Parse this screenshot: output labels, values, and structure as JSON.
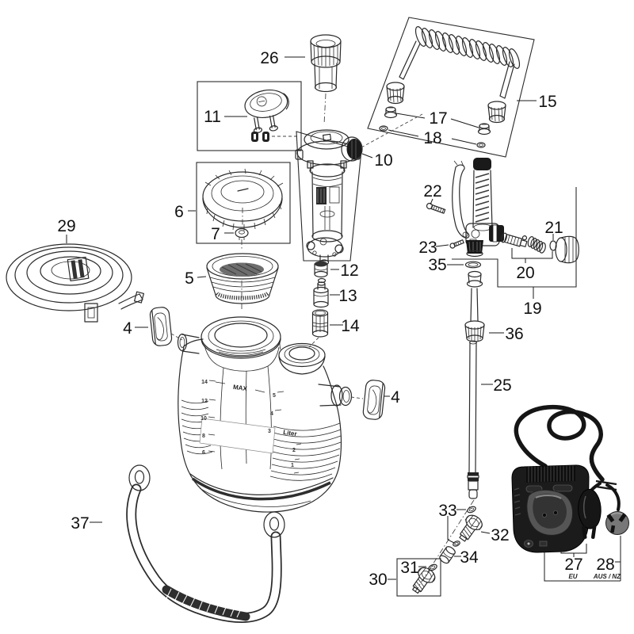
{
  "part_labels": {
    "n4_left": "4",
    "n4_right": "4",
    "n5": "5",
    "n6": "6",
    "n7": "7",
    "n10": "10",
    "n11": "11",
    "n12": "12",
    "n13": "13",
    "n14": "14",
    "n15": "15",
    "n17": "17",
    "n18": "18",
    "n19": "19",
    "n20": "20",
    "n21": "21",
    "n22": "22",
    "n23": "23",
    "n25": "25",
    "n26": "26",
    "n27": "27",
    "n28": "28",
    "n29": "29",
    "n30": "30",
    "n31": "31",
    "n32": "32",
    "n33": "33",
    "n34": "34",
    "n35": "35",
    "n36": "36",
    "n37": "37"
  },
  "plug_variants": {
    "eu": "EU",
    "aus_nz": "AUS / NZ"
  },
  "tank_markings": {
    "max": "MAX",
    "liter": "Liter",
    "left_scale": [
      "14",
      "12",
      "10",
      "8",
      "6"
    ],
    "right_scale": [
      "5",
      "4",
      "3",
      "2",
      "1"
    ]
  },
  "colors": {
    "line": "#1a1a1a",
    "background": "#ffffff",
    "dark_fill": "#1c1c1c",
    "plug_gray": "#777777"
  }
}
